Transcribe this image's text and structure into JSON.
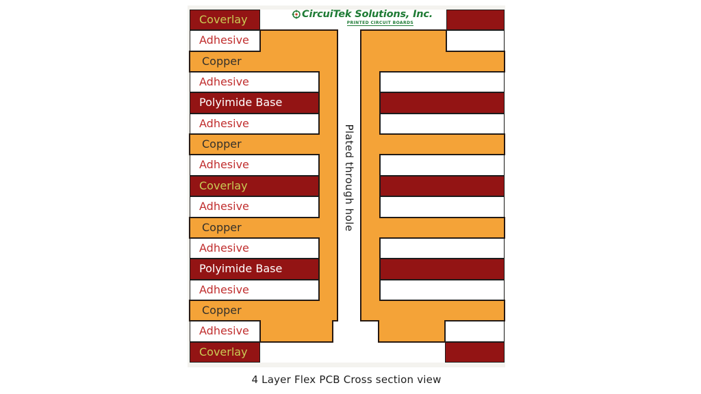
{
  "header": {
    "company": "CircuiTek Solutions, Inc.",
    "tagline": "PRINTED CIRCUIT BOARDS"
  },
  "hole_label": "Plated through hole",
  "caption": "4 Layer Flex PCB Cross section view",
  "colors": {
    "maroon": "#931414",
    "orange": "#F4A338",
    "outline": "#271810",
    "box_border": "#1C1C1C",
    "adhesive_text": "#C02E2E",
    "coverlay_text": "#C9CC55",
    "copper_text": "#33302B",
    "polyimide_text": "#FFFFFF",
    "logo_green": "#1E7B35",
    "hole_white": "#FFFFFF"
  },
  "layers": [
    {
      "label": "Coverlay",
      "type": "coverlay"
    },
    {
      "label": "Adhesive",
      "type": "adhesive"
    },
    {
      "label": "Copper",
      "type": "copper"
    },
    {
      "label": "Adhesive",
      "type": "adhesive"
    },
    {
      "label": "Polyimide Base",
      "type": "polyimide"
    },
    {
      "label": "Adhesive",
      "type": "adhesive"
    },
    {
      "label": "Copper",
      "type": "copper"
    },
    {
      "label": "Adhesive",
      "type": "adhesive"
    },
    {
      "label": "Coverlay",
      "type": "coverlay"
    },
    {
      "label": "Adhesive",
      "type": "adhesive"
    },
    {
      "label": "Copper",
      "type": "copper"
    },
    {
      "label": "Adhesive",
      "type": "adhesive"
    },
    {
      "label": "Polyimide Base",
      "type": "polyimide"
    },
    {
      "label": "Adhesive",
      "type": "adhesive"
    },
    {
      "label": "Copper",
      "type": "copper"
    },
    {
      "label": "Adhesive",
      "type": "adhesive"
    },
    {
      "label": "Coverlay",
      "type": "coverlay"
    }
  ]
}
